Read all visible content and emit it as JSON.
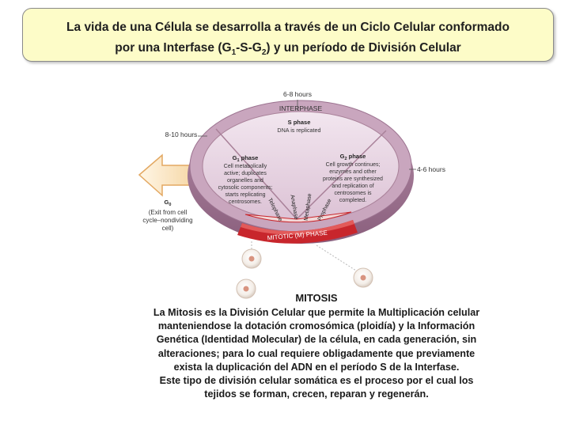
{
  "title": {
    "line1": "La vida de una Célula se desarrolla a través de un Ciclo Celular conformado",
    "line2_a": "por una Interfase (G",
    "line2_sub1": "1",
    "line2_b": "-S-G",
    "line2_sub2": "2",
    "line2_c": ") y un período de División Celular"
  },
  "diagram": {
    "time_s": "6-8 hours",
    "time_g1": "8-10 hours",
    "time_g2": "4-6 hours",
    "interphase": "INTERPHASE",
    "s_title": "S phase",
    "s_desc": "DNA is replicated",
    "g1_title_a": "G",
    "g1_title_sub": "1",
    "g1_title_b": " phase",
    "g1_desc": [
      "Cell metabolically",
      "active; duplicates",
      "organelles and",
      "cytosolic components;",
      "starts replicating",
      "centrosomes."
    ],
    "g2_title_a": "G",
    "g2_title_sub": "2",
    "g2_title_b": " phase",
    "g2_desc": [
      "Cell growth continues;",
      "enzymes and other",
      "proteins are synthesized",
      "and replication of",
      "centrosomes is",
      "completed."
    ],
    "g0_title_a": "G",
    "g0_title_sub": "0",
    "g0_desc": [
      "(Exit from cell",
      "cycle–nondividing",
      "cell)"
    ],
    "mitotic": "MITOTIC (M) PHASE",
    "phases": [
      "Telophase",
      "Anaphase",
      "Metaphase",
      "Prophase"
    ]
  },
  "mitosis": {
    "title": "MITOSIS",
    "lines": [
      "La Mitosis es la División Celular que permite la Multiplicación celular",
      "manteniendose la dotación cromosómica (ploidía) y la  Información",
      "Genética (Identidad Molecular) de la célula, en cada generación, sin",
      "alteraciones; para lo cual requiere obligadamente que previamente",
      "exista la duplicación del ADN en el período S de la Interfase.",
      "Este tipo de división celular somática es el proceso por el cual los",
      "tejidos se forman, crecen, reparan y regenerán."
    ]
  },
  "colors": {
    "title_bg": "#fdfcc8",
    "disc_face": "#ead6e4",
    "disc_rim": "#a9809c",
    "mitotic_red": "#c8262c",
    "arrow_fill": "#fff0d8",
    "arrow_edge": "#e0a860"
  }
}
